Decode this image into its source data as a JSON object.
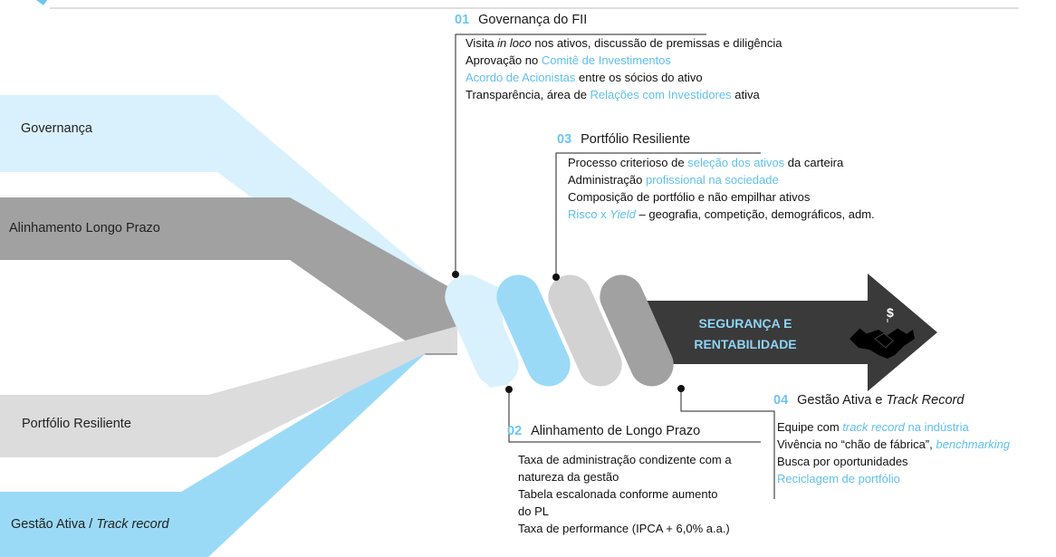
{
  "streams": [
    {
      "label": "Governança"
    },
    {
      "label": "Alinhamento Longo Prazo"
    },
    {
      "label": "Portfólio Resiliente"
    },
    {
      "label_main": "Gestão Ativa / ",
      "label_em": "Track record"
    }
  ],
  "center": {
    "line1": "SEGURANÇA E",
    "line2": "RENTABILIDADE",
    "icon": "handshake-dollar-icon"
  },
  "colors": {
    "light_blue": "#d9f1fd",
    "sky_blue": "#9bdaf7",
    "dark_gray": "#a1a1a1",
    "light_gray": "#dcdcdc",
    "arrow": "#3a3a3a",
    "highlight": "#5fc0ef"
  },
  "panels": {
    "p01": {
      "num": "01",
      "title": "Governança do FII",
      "l1_a": "Visita ",
      "l1_em": "in loco",
      "l1_b": " nos ativos, discussão de premissas e diligência",
      "l2_a": "Aprovação no ",
      "l2_hl": "Comitê de Investimentos",
      "l3_hl": "Acordo de Acionistas",
      "l3_b": " entre os sócios do ativo",
      "l4_a": "Transparência, área de ",
      "l4_hl": "Relações com Investidores",
      "l4_b": " ativa"
    },
    "p02": {
      "num": "02",
      "title": "Alinhamento de Longo Prazo",
      "l1": "Taxa de administração condizente com a",
      "l2": "natureza da gestão",
      "l3": "Tabela escalonada conforme aumento",
      "l4": "do PL",
      "l5": "Taxa de performance (IPCA + 6,0% a.a.)"
    },
    "p03": {
      "num": "03",
      "title": "Portfólio Resiliente",
      "l1_a": "Processo criterioso de ",
      "l1_hl": "seleção dos ativos",
      "l1_b": " da carteira",
      "l2_a": "Administração ",
      "l2_hl": "profissional na sociedade",
      "l3": "Composição de portfólio e não empilhar ativos",
      "l4_hl1": "Risco x ",
      "l4_hl2": "Yield",
      "l4_b": " – geografia, competição, demográficos, adm."
    },
    "p04": {
      "num": "04",
      "title_a": "Gestão Ativa e ",
      "title_em": "Track Record",
      "l1_a": "Equipe com ",
      "l1_hl": "track record",
      "l1_hl2": " na indústria",
      "l2_a": "Vivência no “chão de fábrica”, ",
      "l2_hl": "benchmarking",
      "l3": "Busca por oportunidades",
      "l4_hl": "Reciclagem de portfólio"
    }
  }
}
